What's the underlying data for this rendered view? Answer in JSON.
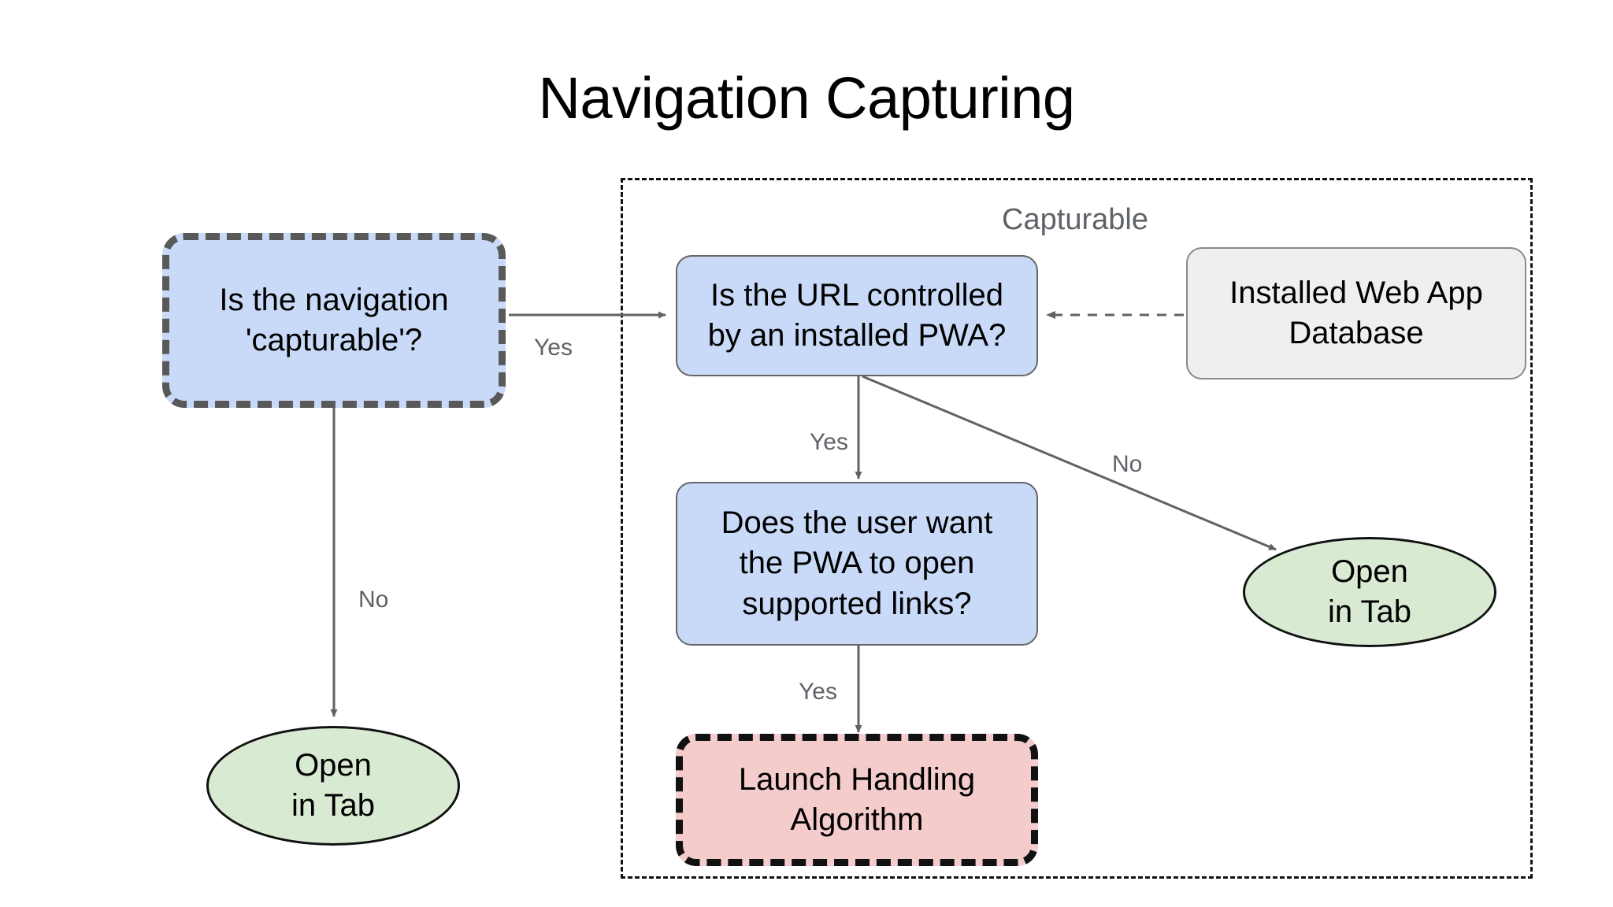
{
  "page": {
    "title": "Navigation Capturing",
    "background": "#ffffff"
  },
  "colors": {
    "decision_fill": "#c9daf8",
    "datastore_fill": "#efefef",
    "terminal_fill": "#d9ead3",
    "highlight_fill": "#f4cccc",
    "edge_stroke": "#5f6368",
    "group_stroke": "#111111",
    "label_text": "#5f6368"
  },
  "group": {
    "label": "Capturable"
  },
  "nodes": {
    "is_capturable": {
      "label": "Is the navigation\n'capturable'?"
    },
    "url_controlled": {
      "label": "Is the URL controlled\nby an installed PWA?"
    },
    "web_app_db": {
      "label": "Installed Web App\nDatabase"
    },
    "user_wants_pwa": {
      "label": "Does the user want\nthe PWA to open\nsupported links?"
    },
    "launch_handling": {
      "label": "Launch Handling\nAlgorithm"
    },
    "open_in_tab_left": {
      "label": "Open\nin Tab"
    },
    "open_in_tab_right": {
      "label": "Open\nin Tab"
    }
  },
  "edge_labels": {
    "capturable_yes": "Yes",
    "capturable_no": "No",
    "url_yes": "Yes",
    "url_no": "No",
    "user_yes": "Yes"
  },
  "chart_data": {
    "type": "diagram",
    "title": "Navigation Capturing",
    "nodes": [
      {
        "id": "is_capturable",
        "label": "Is the navigation 'capturable'?",
        "shape": "rounded-rect",
        "style": "dashed",
        "fill": "#c9daf8"
      },
      {
        "id": "url_controlled",
        "label": "Is the URL controlled by an installed PWA?",
        "shape": "rounded-rect",
        "style": "solid",
        "fill": "#c9daf8",
        "group": "Capturable"
      },
      {
        "id": "web_app_db",
        "label": "Installed Web App Database",
        "shape": "rounded-rect",
        "style": "solid",
        "fill": "#efefef",
        "group": "Capturable"
      },
      {
        "id": "user_wants_pwa",
        "label": "Does the user want the PWA to open supported links?",
        "shape": "rounded-rect",
        "style": "solid",
        "fill": "#c9daf8",
        "group": "Capturable"
      },
      {
        "id": "launch_handling",
        "label": "Launch Handling Algorithm",
        "shape": "rounded-rect",
        "style": "dashed",
        "fill": "#f4cccc",
        "group": "Capturable"
      },
      {
        "id": "open_in_tab_left",
        "label": "Open in Tab",
        "shape": "ellipse",
        "style": "solid",
        "fill": "#d9ead3"
      },
      {
        "id": "open_in_tab_right",
        "label": "Open in Tab",
        "shape": "ellipse",
        "style": "solid",
        "fill": "#d9ead3",
        "group": "Capturable"
      }
    ],
    "edges": [
      {
        "from": "is_capturable",
        "to": "url_controlled",
        "label": "Yes",
        "style": "solid"
      },
      {
        "from": "is_capturable",
        "to": "open_in_tab_left",
        "label": "No",
        "style": "solid"
      },
      {
        "from": "url_controlled",
        "to": "user_wants_pwa",
        "label": "Yes",
        "style": "solid"
      },
      {
        "from": "url_controlled",
        "to": "open_in_tab_right",
        "label": "No",
        "style": "solid"
      },
      {
        "from": "web_app_db",
        "to": "url_controlled",
        "label": "",
        "style": "dashed"
      },
      {
        "from": "user_wants_pwa",
        "to": "launch_handling",
        "label": "Yes",
        "style": "solid"
      }
    ]
  }
}
